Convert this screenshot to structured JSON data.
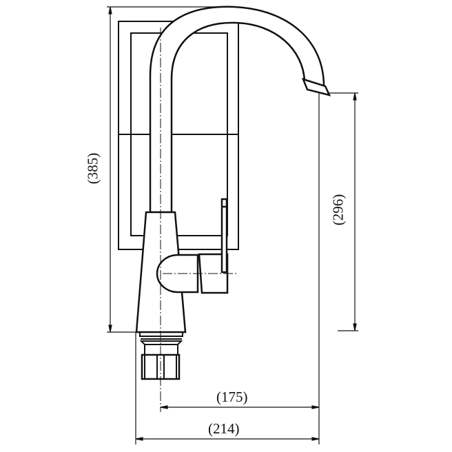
{
  "title": "Faucet dimension drawing",
  "dimensions": {
    "total_height": "(385)",
    "spout_height": "(296)",
    "spout_reach_from_center": "(175)",
    "overall_depth": "(214)"
  },
  "colors": {
    "line": "#111111",
    "background": "#ffffff"
  }
}
